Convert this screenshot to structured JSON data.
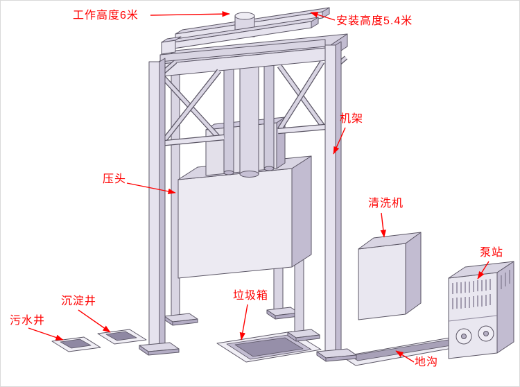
{
  "diagram": {
    "type": "technical-isometric-diagram",
    "labels": {
      "working_height": "工作高度6米",
      "install_height": "安装高度5.4米",
      "frame": "机架",
      "press_head": "压头",
      "washer": "清洗机",
      "pump_station": "泵站",
      "sediment_well": "沉淀井",
      "sewage_well": "污水井",
      "garbage_bin": "垃圾箱",
      "trench": "地沟"
    },
    "colors": {
      "label_text": "#ff0000",
      "machine_light": "#efedf4",
      "machine_mid": "#d9d5e3",
      "machine_dark": "#c2bcd1",
      "hole_dark": "#8f88a3",
      "outline": "#5a5564",
      "background": "#ffffff"
    }
  }
}
